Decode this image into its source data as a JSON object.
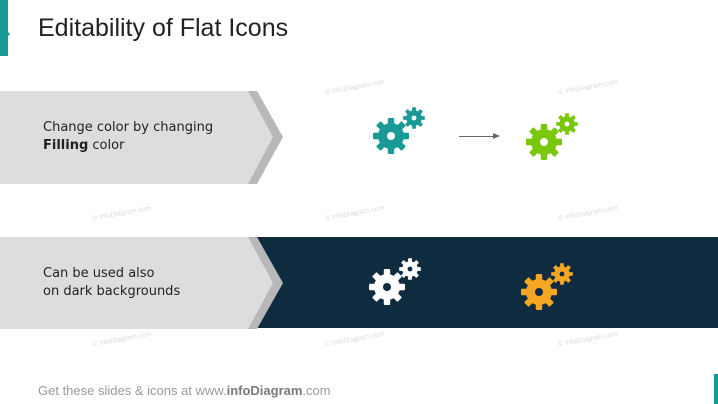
{
  "slide": {
    "title": "Editability of Flat Icons"
  },
  "rows": [
    {
      "line1": "Change color by changing",
      "line2_bold": "Filling",
      "line2_rest": " color"
    },
    {
      "line1": "Can be used also",
      "line2": "on dark backgrounds"
    }
  ],
  "icons": {
    "gear_teal": {
      "name": "gear-icon",
      "color": "#1a9a96"
    },
    "gear_green": {
      "name": "gear-icon",
      "color": "#7ac70c"
    },
    "gear_white": {
      "name": "gear-icon",
      "color": "#ffffff"
    },
    "gear_orange": {
      "name": "gear-icon",
      "color": "#f5a623"
    },
    "arrow": {
      "name": "arrow-right-icon",
      "color": "#666666"
    }
  },
  "watermark": "© infoDiagram.com",
  "footer": {
    "prefix": "Get these slides & icons at www.",
    "brand": "infoDiagram",
    "suffix": ".com"
  },
  "colors": {
    "accent": "#1a9a96",
    "dark_band": "#0f2b40",
    "chevron_fill": "#dddddd",
    "chevron_shadow": "#b8b8b8"
  }
}
